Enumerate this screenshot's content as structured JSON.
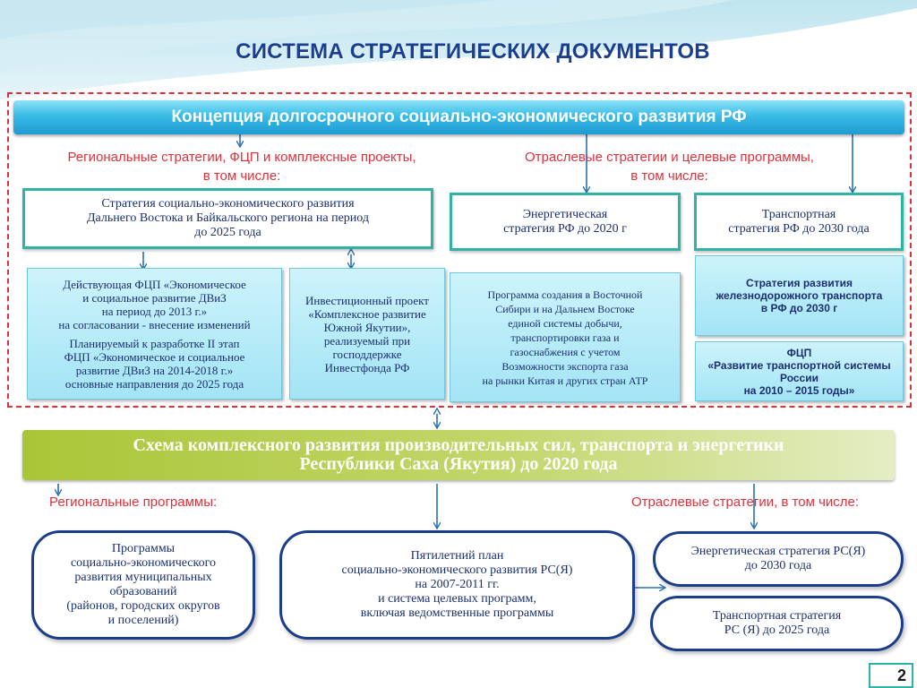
{
  "title": "СИСТЕМА СТРАТЕГИЧЕСКИХ ДОКУМЕНТОВ",
  "top_bar": "Концепция долгосрочного социально-экономического развития РФ",
  "left_label": [
    "Региональные стратегии, ФЦП и комплексные проекты,",
    "в том числе:"
  ],
  "right_label": [
    "Отраслевые стратегии и целевые программы,",
    "в том числе:"
  ],
  "dv_strategy": [
    "Стратегия социально-экономического развития",
    "Дальнего Востока и Байкальского региона на период",
    "до 2025 года"
  ],
  "energy_rf": [
    "Энергетическая",
    "стратегия РФ до 2020 г"
  ],
  "transport_rf": [
    "Транспортная",
    "стратегия РФ до 2030 года"
  ],
  "fcp_dviz": {
    "p1": [
      "Действующая ФЦП «Экономическое",
      "и социальное развитие ДВиЗ",
      "на период до 2013 г.»",
      "на согласовании - внесение изменений"
    ],
    "p2": [
      "Планируемый к разработке II этап",
      "ФЦП «Экономическое и социальное",
      "развитие ДВиЗ на 2014-2018 г.»",
      "основные направления до 2025 года"
    ]
  },
  "invest_project": [
    "Инвестиционный проект",
    "«Комплексное развитие",
    "Южной Якутии»,",
    "реализуемый при",
    "господдержке",
    "Инвестфонда РФ"
  ],
  "gas_program": [
    "Программа создания  в Восточной",
    "Сибири и на Дальнем Востоке",
    "единой системы добычи,",
    "транспортировки газа и",
    "газоснабжения с учетом",
    "Возможности экспорта газа",
    "на рынки Китая и других стран АТР"
  ],
  "rail_strategy": [
    "Стратегия развития",
    "железнодорожного транспорта",
    "в РФ до 2030 г"
  ],
  "fcp_transport": [
    "ФЦП",
    "«Развитие транспортной системы",
    "России",
    "на 2010 – 2015 годы»"
  ],
  "green_bar": [
    "Схема комплексного развития производительных сил, транспорта и энергетики",
    "Республики Саха (Якутия)  до 2020 года"
  ],
  "regional_programs_label": "Региональные программы:",
  "sector_label": "Отраслевые стратегии, в том числе:",
  "municipal_oval": [
    "Программы",
    "социально-экономического",
    "развития муниципальных",
    "образований",
    "(районов,  городских округов",
    "и поселений)"
  ],
  "five_year_oval": [
    "Пятилетний план",
    "социально-экономического развития РС(Я)",
    "на 2007-2011 гг.",
    "и система целевых программ,",
    "включая ведомственные программы"
  ],
  "energy_rsya": [
    "Энергетическая стратегия РС(Я)",
    "до 2030 года"
  ],
  "transport_rsya": [
    "Транспортная стратегия",
    "РС (Я) до 2025 года"
  ],
  "page_number": "2",
  "colors": {
    "title": "#1b3f8f",
    "dashed_frame": "#e0313a",
    "top_bar": "#1f9bd2",
    "green_bar": "#aac637",
    "box_border": "#2fb3a4",
    "oval_border": "#1c3d8a",
    "arrow": "#2a6fb3"
  }
}
